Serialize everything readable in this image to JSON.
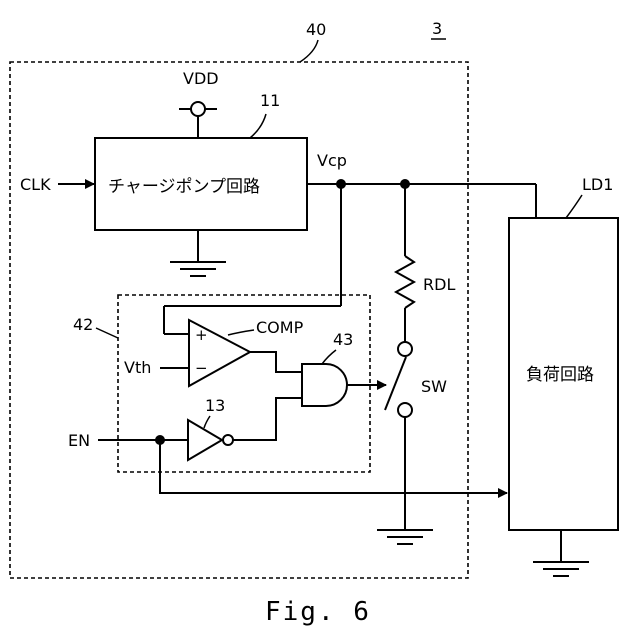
{
  "labels": {
    "system_ref": "3",
    "block_ref": "40",
    "charge_pump_ref": "11",
    "charge_pump_name": "チャージポンプ回路",
    "supply": "VDD",
    "clock_input": "CLK",
    "output_node": "Vcp",
    "load_ref": "LD1",
    "resistor": "RDL",
    "control_block_ref": "42",
    "comparator": "COMP",
    "threshold": "Vth",
    "and_gate_ref": "43",
    "inverter_ref": "13",
    "switch": "SW",
    "enable_input": "EN",
    "load_name": "負荷回路",
    "plus_sign": "+",
    "minus_sign": "−",
    "figure_caption": "Fig. 6"
  }
}
